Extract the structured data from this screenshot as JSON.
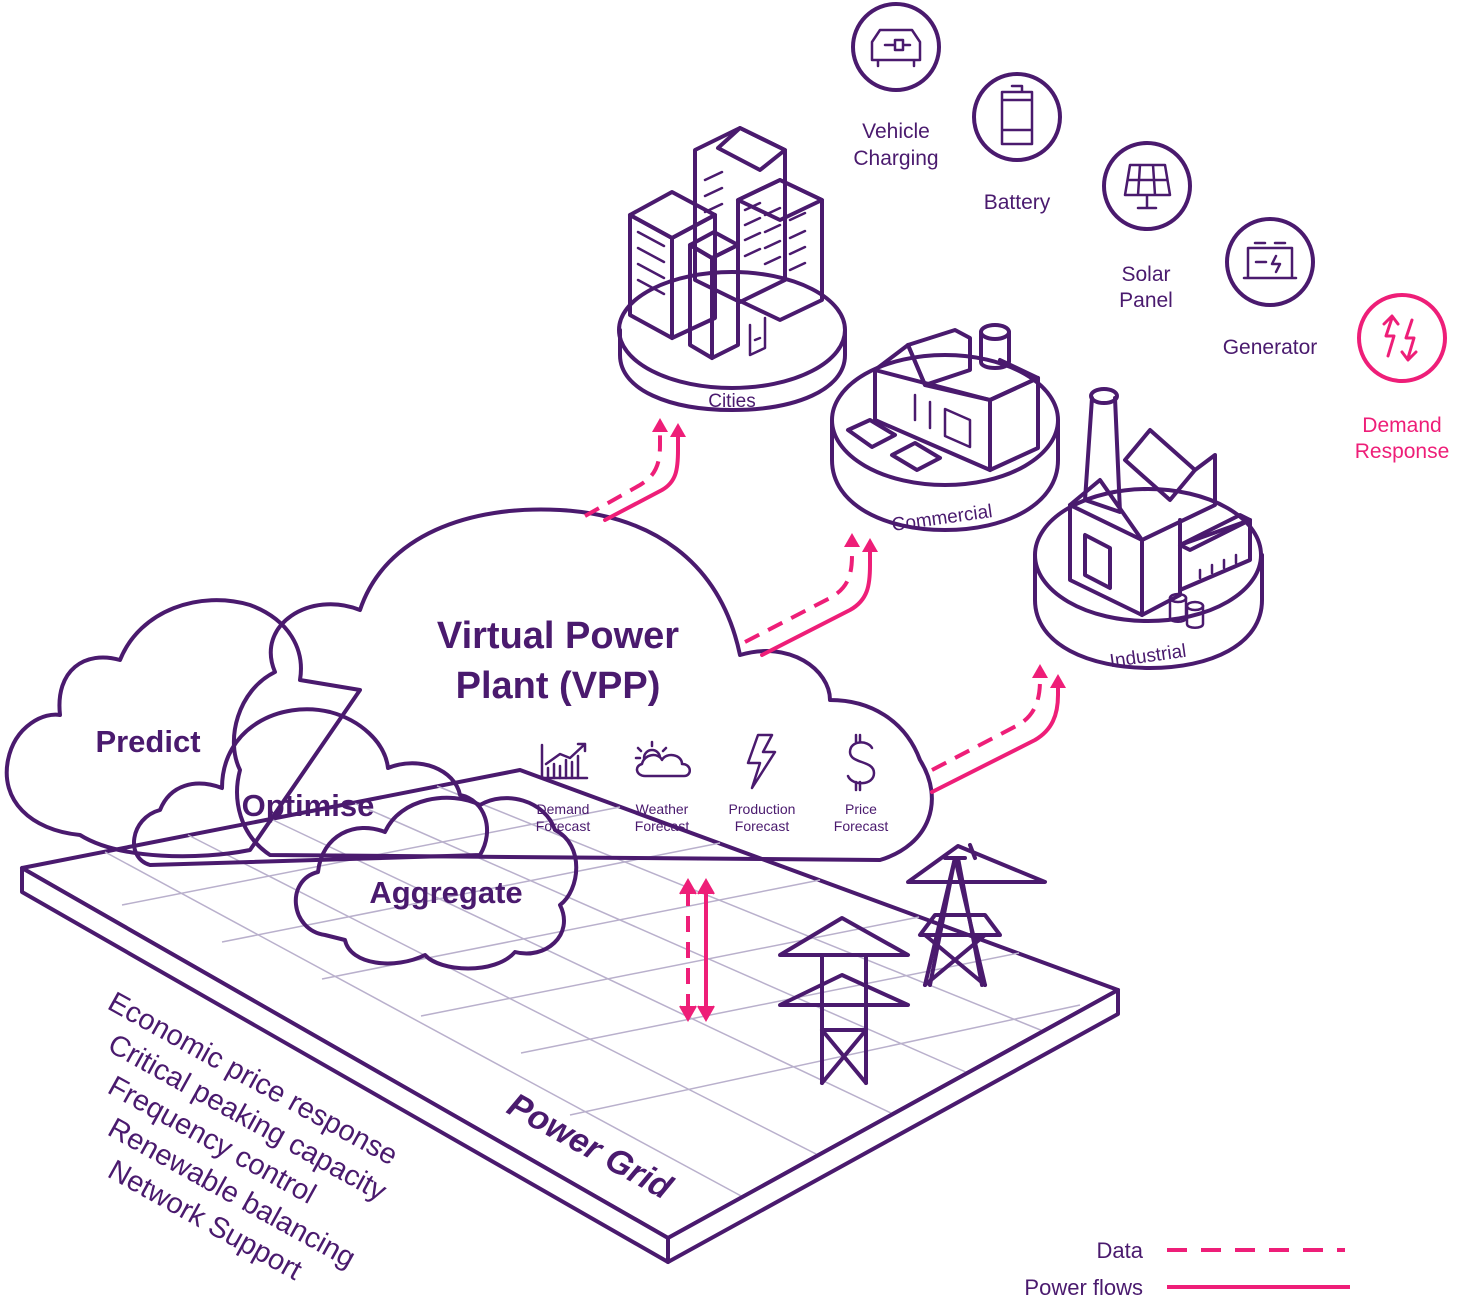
{
  "colors": {
    "primary": "#4a1a6e",
    "accent": "#ee1e78",
    "violet_fill": "#5a3ce6",
    "green_fill": "#2ef2a0",
    "orange_fill": "#f2661c",
    "grid": "#b9b0cc"
  },
  "vpp": {
    "title_line1": "Virtual Power",
    "title_line2": "Plant (VPP)",
    "forecasts": [
      {
        "line1": "Demand",
        "line2": "Forecast",
        "icon": "bar-chart-icon"
      },
      {
        "line1": "Weather",
        "line2": "Forecast",
        "icon": "sun-cloud-icon"
      },
      {
        "line1": "Production",
        "line2": "Forecast",
        "icon": "lightning-icon"
      },
      {
        "line1": "Price",
        "line2": "Forecast",
        "icon": "dollar-icon"
      }
    ]
  },
  "clouds": {
    "predict": "Predict",
    "optimise": "Optimise",
    "aggregate": "Aggregate"
  },
  "sites": {
    "cities": "Cities",
    "commercial": "Commercial",
    "industrial": "Industrial"
  },
  "resources": [
    {
      "line1": "Vehicle",
      "line2": "Charging",
      "icon": "ev-charging-icon"
    },
    {
      "line1": "Battery",
      "line2": "",
      "icon": "battery-icon"
    },
    {
      "line1": "Solar",
      "line2": "Panel",
      "icon": "solar-panel-icon"
    },
    {
      "line1": "Generator",
      "line2": "",
      "icon": "generator-icon"
    },
    {
      "line1": "Demand",
      "line2": "Response",
      "icon": "demand-response-icon"
    }
  ],
  "grid": {
    "label": "Power Grid"
  },
  "services": [
    "Economic price response",
    "Critical peaking capacity",
    "Frequency control",
    "Renewable balancing",
    "Network Support"
  ],
  "legend": {
    "data": "Data",
    "power": "Power flows"
  }
}
